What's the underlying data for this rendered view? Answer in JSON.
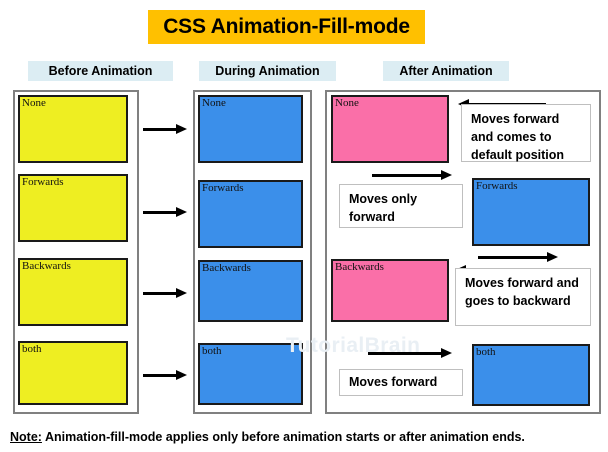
{
  "title": "CSS Animation-Fill-mode",
  "columns": {
    "before": "Before Animation",
    "during": "During Animation",
    "after": "After Animation"
  },
  "modes": [
    "None",
    "Forwards",
    "Backwards",
    "both"
  ],
  "before_boxes": [
    {
      "label": "None",
      "color": "#EEEE22"
    },
    {
      "label": "Forwards",
      "color": "#EEEE22"
    },
    {
      "label": "Backwards",
      "color": "#EEEE22"
    },
    {
      "label": "both",
      "color": "#EEEE22"
    }
  ],
  "during_boxes": [
    {
      "label": "None",
      "color": "#3B8FEA"
    },
    {
      "label": "Forwards",
      "color": "#3B8FEA"
    },
    {
      "label": "Backwards",
      "color": "#3B8FEA"
    },
    {
      "label": "both",
      "color": "#3B8FEA"
    }
  ],
  "after_boxes": [
    {
      "label": "None",
      "color": "#FA6FA8"
    },
    {
      "label": "Forwards",
      "color": "#3B8FEA"
    },
    {
      "label": "Backwards",
      "color": "#FA6FA8"
    },
    {
      "label": "both",
      "color": "#3B8FEA"
    }
  ],
  "callouts": {
    "none": "Moves forward and comes to default position",
    "forwards": "Moves only forward",
    "backwards": "Moves forward and goes to backward",
    "both": "Moves forward"
  },
  "watermark": "TutorialBrain",
  "note": {
    "label": "Note:",
    "text": " Animation-fill-mode applies only before animation starts or after animation ends."
  },
  "colors": {
    "title_bg": "#FFC000",
    "header_bg": "#DCEDF3",
    "yellow": "#EEEE22",
    "blue": "#3B8FEA",
    "pink": "#FA6FA8",
    "panel_border": "#808080",
    "box_border": "#1A1A1A"
  }
}
